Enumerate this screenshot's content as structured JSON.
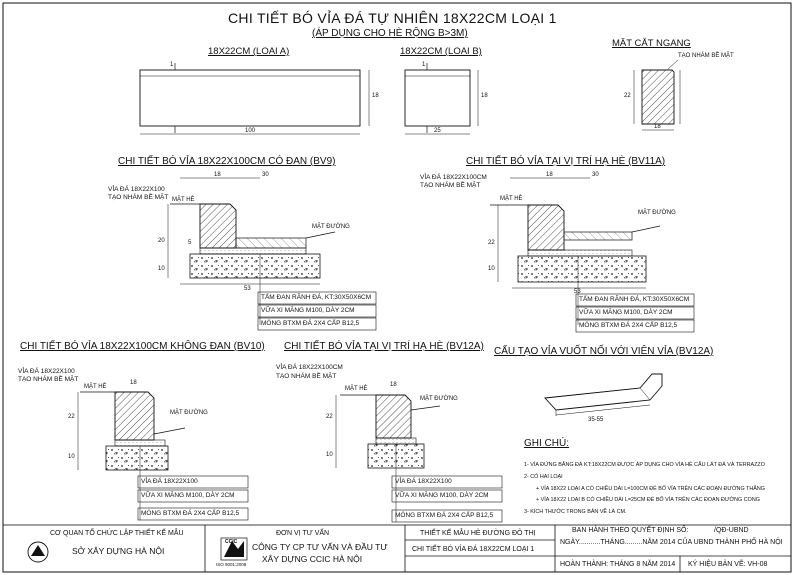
{
  "title": "CHI TIẾT BÓ VỈA ĐÁ TỰ NHIÊN 18X22CM LOẠI 1",
  "subtitle": "(ÁP DỤNG CHO HÈ RỘNG B>3M)",
  "top_views": {
    "type_a": {
      "label": "18X22CM (LOẠI A)",
      "dim_length": "100",
      "dim_height": "18",
      "cut_mark": "1"
    },
    "type_b": {
      "label": "18X22CM (LOẠI B)",
      "dim_length": "25",
      "dim_height": "18",
      "cut_mark": "1"
    },
    "section": {
      "label": "MẶT CẮT NGANG",
      "note": "TẠO NHÁM BỀ MẶT",
      "dim_width": "18",
      "dim_height": "22"
    }
  },
  "bv9": {
    "title": "CHI TIẾT BÓ VỈA 18X22X100CM CÓ ĐAN (BV9)",
    "curb_label_1": "VỈA ĐÁ 18X22X100",
    "curb_label_2": "TẠO NHÁM BỀ MẶT",
    "mat_he": "MẶT HÈ",
    "mat_duong": "MẶT ĐƯỜNG",
    "dims": {
      "top_1": "18",
      "top_2": "30",
      "bottom": "53",
      "h1": "20",
      "h2": "10",
      "h3": "5"
    },
    "legend": [
      "TẤM ĐAN RÃNH ĐÁ, KT:30X50X6CM",
      "VỮA XI MĂNG M100, DÀY 2CM",
      "MÓNG BTXM ĐÁ 2X4 CẤP B12,5"
    ]
  },
  "bv11a": {
    "title": "CHI TIẾT BÓ VỈA TẠI VỊ TRÍ HẠ HÈ (BV11A)",
    "curb_label_1": "VỈA ĐÁ 18X22X100CM",
    "curb_label_2": "TẠO NHÁM BỀ MẶT",
    "mat_he": "MẶT HÈ",
    "mat_duong": "MẶT ĐƯỜNG",
    "dims": {
      "top_1": "18",
      "top_2": "30",
      "bottom": "53",
      "h1": "22",
      "h2": "10"
    },
    "legend": [
      "TẤM ĐAN RÃNH ĐÁ, KT:30X50X6CM",
      "VỮA XI MĂNG M100, DÀY 2CM",
      "MÓNG BTXM ĐÁ 2X4 CẤP B12,5"
    ]
  },
  "bv10": {
    "title": "CHI TIẾT BÓ VỈA 18X22X100CM KHÔNG ĐAN (BV10)",
    "curb_label_1": "VỈA ĐÁ 18X22X100",
    "curb_label_2": "TẠO NHÁM BỀ MẶT",
    "mat_he": "MẶT HÈ",
    "mat_duong": "MẶT ĐƯỜNG",
    "dims": {
      "top_1": "18",
      "h1": "22",
      "h2": "10"
    },
    "legend": [
      "VỈA ĐÁ 18X22X100",
      "VỮA XI MĂNG M100, DÀY 2CM",
      "MÓNG BTXM ĐÁ 2X4 CẤP B12,5"
    ]
  },
  "bv12a": {
    "title": "CHI TIẾT BÓ VỈA TẠI VỊ TRÍ HẠ HÈ (BV12A)",
    "curb_label_1": "VỈA ĐÁ 18X22X100CM",
    "curb_label_2": "TẠO NHÁM BỀ MẶT",
    "mat_he": "MẶT HÈ",
    "mat_duong": "MẶT ĐƯỜNG",
    "dims": {
      "top_1": "18",
      "h1": "22",
      "h2": "10"
    },
    "legend": [
      "VỈA ĐÁ 18X22X100",
      "VỮA XI MĂNG M100, DÀY 2CM",
      "MÓNG BTXM ĐÁ 2X4 CẤP B12,5"
    ]
  },
  "taper": {
    "title": "CẤU TẠO VỈA VUỐT NỐI VỚI VIÊN VỈA (BV12A)",
    "dim": "35-55"
  },
  "notes": {
    "heading": "GHI CHÚ:",
    "lines": [
      "1- VỈA ĐỨNG BẰNG ĐÁ KT:18X22CM ĐƯỢC ÁP DỤNG CHO VỈA HÈ CẤU LÁT ĐÁ VÀ TERRAZZO",
      "2- CÓ HAI LOẠI",
      "+ VỈA 18X22 LOẠI A CÓ CHIỀU DÀI L=100CM ĐỂ BỐ VỈA TRÊN CÁC ĐOẠN ĐƯỜNG THẲNG",
      "+ VỈA 18X22 LOẠI B CÓ CHIỀU DÀI L=25CM ĐỂ BỐ VỈA TRÊN CÁC ĐOẠN ĐƯỜNG CONG",
      "3- KÍCH THƯỚC TRONG BẢN VẼ LÀ CM."
    ]
  },
  "title_block": {
    "org_label": "CƠ QUAN TỔ CHỨC LẬP THIẾT KẾ MẪU",
    "org_name": "SỞ XÂY DỰNG HÀ NỘI",
    "consult_label": "ĐƠN VỊ TƯ VẤN",
    "consult_name_1": "CÔNG TY CP TƯ VẤN VÀ ĐẦU TƯ",
    "consult_name_2": "XÂY DỰNG CCIC HÀ NỘI",
    "logo_text": "CCIC",
    "iso_text": "ISO 9001:2008",
    "doc_name": "THIẾT KẾ MẪU HÈ ĐƯỜNG ĐÔ THỊ",
    "drawing_name": "CHI TIẾT BÓ VỈA ĐÁ 18X22CM LOẠI 1",
    "decision_1": "BAN HÀNH THEO QUYẾT ĐỊNH SỐ:",
    "decision_2": "/QĐ-UBND",
    "decision_3": "NGÀY...........THÁNG.........NĂM 2014 CỦA UBND THÀNH PHỐ HÀ NỘI",
    "completed": "HOÀN THÀNH: THÁNG 8 NĂM 2014",
    "sheet_code": "KÝ HIỆU BẢN VẼ: VH-08"
  }
}
